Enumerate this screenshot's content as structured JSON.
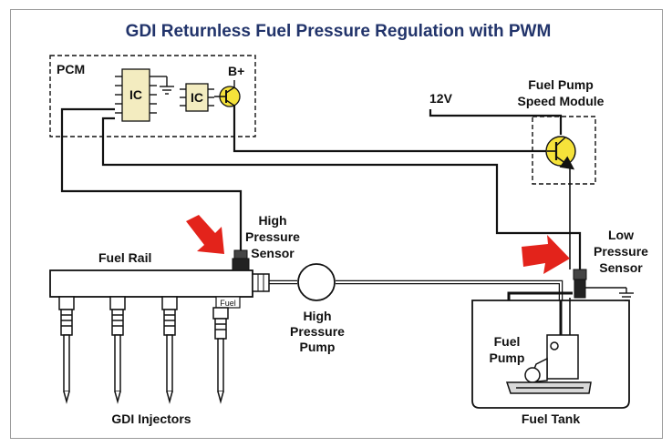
{
  "title": "GDI Returnless Fuel Pressure Regulation with PWM",
  "labels": {
    "pcm": "PCM",
    "ic1": "IC",
    "ic2": "IC",
    "bplus": "B+",
    "v12": "12V",
    "fuel_pump_speed_module": [
      "Fuel Pump",
      "Speed Module"
    ],
    "high_pressure_sensor": [
      "High",
      "Pressure",
      "Sensor"
    ],
    "low_pressure_sensor": [
      "Low",
      "Pressure",
      "Sensor"
    ],
    "fuel_rail": "Fuel Rail",
    "high_pressure_pump": [
      "High",
      "Pressure",
      "Pump"
    ],
    "fuel_pump": [
      "Fuel",
      "Pump"
    ],
    "fuel_tank": "Fuel Tank",
    "gdi_injectors": "GDI Injectors",
    "fuel_rail_stamp": "Fuel"
  },
  "colors": {
    "title": "#22346b",
    "ic_fill": "#f3ecc0",
    "transistor_fill": "#f5e23a",
    "arrow": "#e3231b",
    "wire": "#111111",
    "frame": "#9a9a9a"
  }
}
